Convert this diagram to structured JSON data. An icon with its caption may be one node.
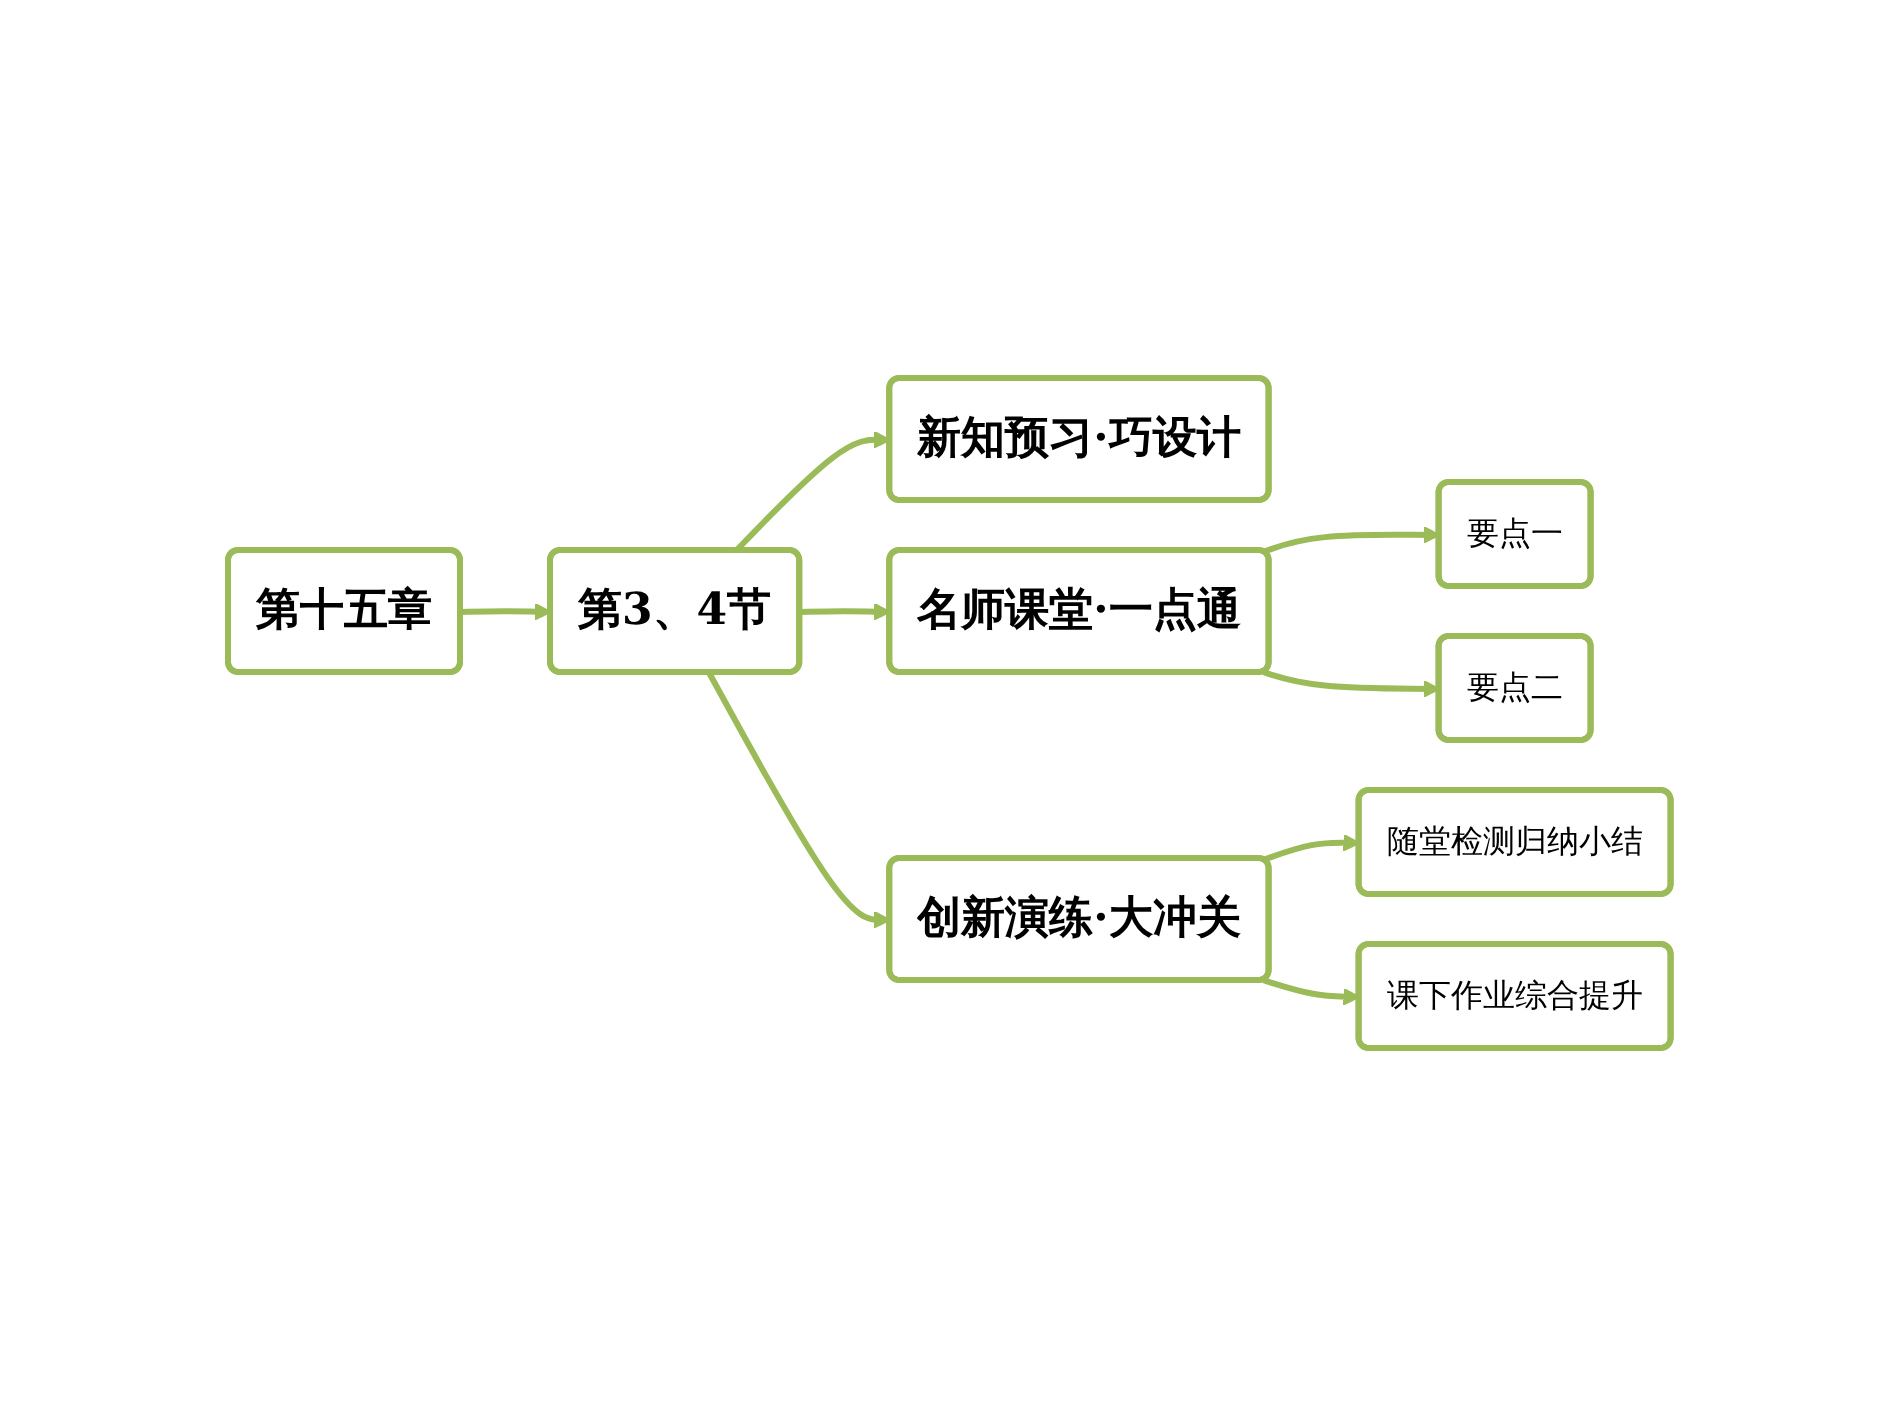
{
  "diagram": {
    "nodes": [
      {
        "text": [
          "第十五章"
        ]
      },
      {
        "text": [
          "第3、4节"
        ]
      },
      {
        "text": [
          "新知预习·巧设计"
        ]
      },
      {
        "text": [
          "名师课堂·一点通"
        ]
      },
      {
        "text": [
          "创新演练·大冲关"
        ]
      },
      {
        "text": [
          "要点一"
        ]
      },
      {
        "text": [
          "要点二"
        ]
      },
      {
        "text": [
          "随堂检测归纳小结"
        ]
      },
      {
        "text": [
          "课下作业综合提升"
        ]
      }
    ],
    "edges": [
      {
        "from": 0,
        "to": 1,
        "arrow": "to"
      },
      {
        "from": 1,
        "to": 2,
        "arrow": "to"
      },
      {
        "from": 1,
        "to": 3,
        "arrow": "to"
      },
      {
        "from": 1,
        "to": 4,
        "arrow": "to"
      },
      {
        "from": 3,
        "to": 5,
        "arrow": "to"
      },
      {
        "from": 3,
        "to": 6,
        "arrow": "to"
      },
      {
        "from": 4,
        "to": 7,
        "arrow": "to"
      },
      {
        "from": 4,
        "to": 8,
        "arrow": "to"
      }
    ]
  }
}
